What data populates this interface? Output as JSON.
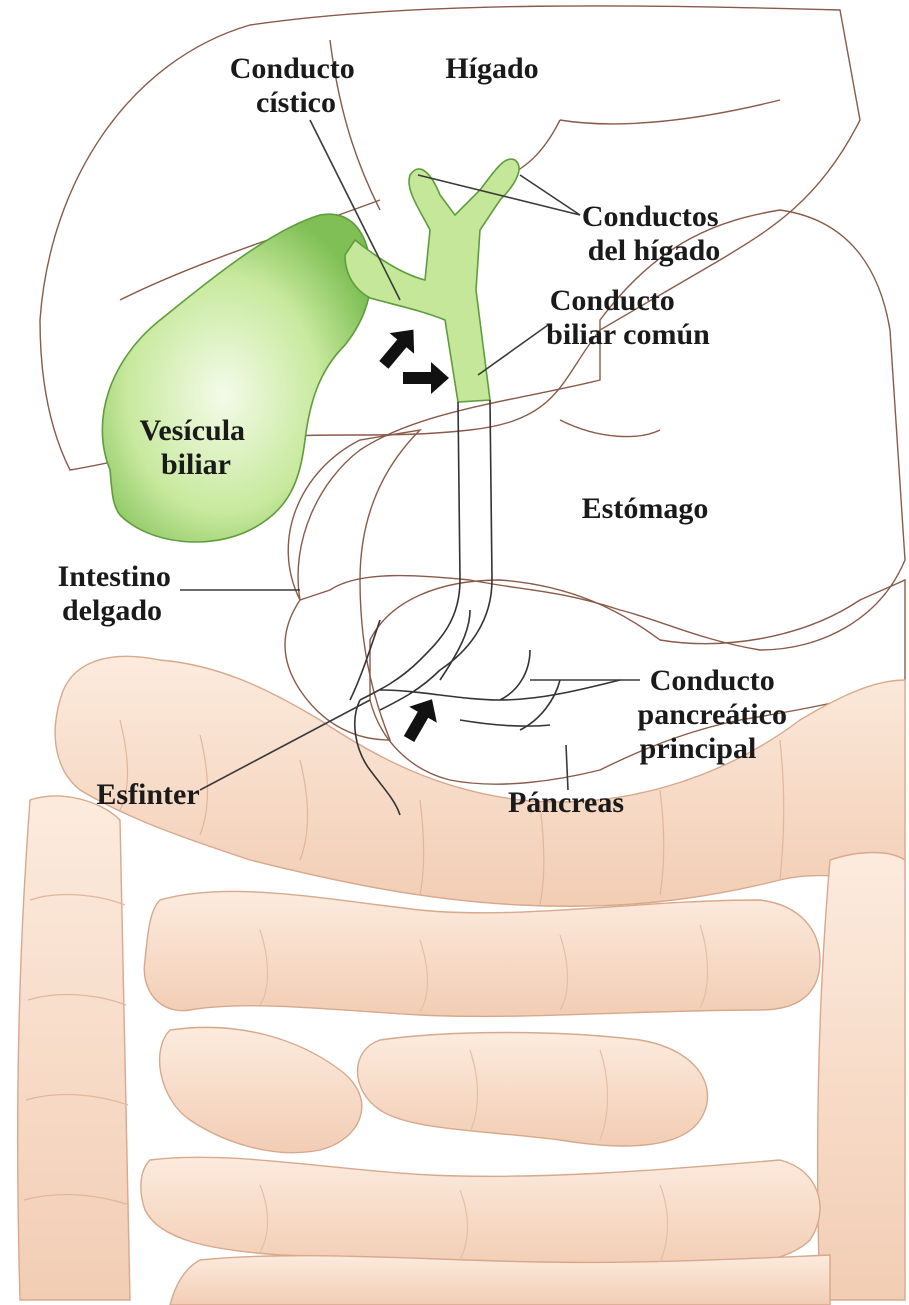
{
  "labels": {
    "conducto_cistico": [
      "Conducto",
      "cístico"
    ],
    "higado": [
      "Hígado"
    ],
    "conductos_higado": [
      "Conductos",
      "del hígado"
    ],
    "conducto_biliar": [
      "Conducto",
      "biliar común"
    ],
    "vesicula": [
      "Vesícula",
      "biliar"
    ],
    "estomago": [
      "Estómago"
    ],
    "intestino": [
      "Intestino",
      "delgado"
    ],
    "conducto_pancreatico": [
      "Conducto",
      "pancreático",
      "principal"
    ],
    "esfinter": [
      "Esfinter"
    ],
    "pancreas": [
      "Páncreas"
    ]
  },
  "colors": {
    "liver": "#c8734f",
    "liver_dark": "#a85534",
    "gallbladder": "#b8e08a",
    "gallbladder_dark": "#6fae4a",
    "stomach": "#f1b99c",
    "pancreas": "#f0ef86",
    "intestine": "#f8dcc6",
    "intestine_edge": "#d9a98d",
    "arrow": "#111111"
  },
  "arrows": [
    "flow-arrow",
    "flow-arrow",
    "flow-arrow"
  ]
}
